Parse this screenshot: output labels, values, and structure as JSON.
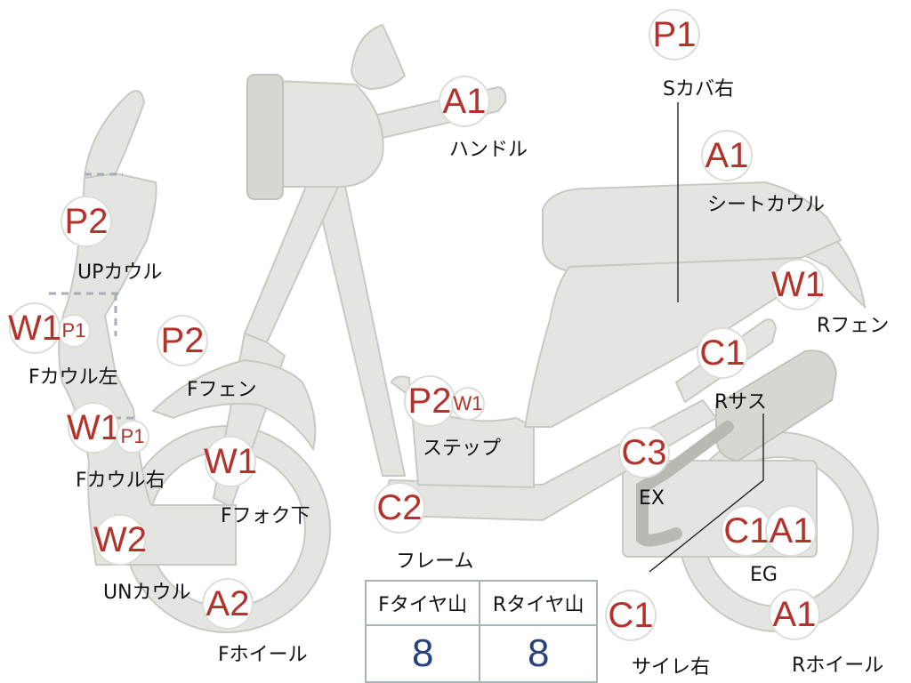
{
  "colors": {
    "accent": "#b3322c",
    "value": "#27407e",
    "part_fill": "#e4e4e0",
    "part_stroke": "#c9c9c4"
  },
  "badges": [
    {
      "code": "P1"
    },
    {
      "code": "A1"
    },
    {
      "code": "A1"
    },
    {
      "code": "P2"
    },
    {
      "code": "W1"
    },
    {
      "code": "P1"
    },
    {
      "code": "P2"
    },
    {
      "code": "W1"
    },
    {
      "code": "C1"
    },
    {
      "code": "P2"
    },
    {
      "code": "W1"
    },
    {
      "code": "W1"
    },
    {
      "code": "P1"
    },
    {
      "code": "W1"
    },
    {
      "code": "C3"
    },
    {
      "code": "C2"
    },
    {
      "code": "W2"
    },
    {
      "code": "C1"
    },
    {
      "code": "A1"
    },
    {
      "code": "A2"
    },
    {
      "code": "A1"
    },
    {
      "code": "C1"
    }
  ],
  "labels": [
    {
      "text": "Sカバ右"
    },
    {
      "text": "ハンドル"
    },
    {
      "text": "シートカウル"
    },
    {
      "text": "UPカウル"
    },
    {
      "text": "Rフェン"
    },
    {
      "text": "Fカウル左"
    },
    {
      "text": "Fフェン"
    },
    {
      "text": "Rサス"
    },
    {
      "text": "ステップ"
    },
    {
      "text": "Fカウル右"
    },
    {
      "text": "EX"
    },
    {
      "text": "Fフォク下"
    },
    {
      "text": "フレーム"
    },
    {
      "text": "EG"
    },
    {
      "text": "UNカウル"
    },
    {
      "text": "Fホイール"
    },
    {
      "text": "サイレ右"
    },
    {
      "text": "Rホイール"
    }
  ],
  "tire_table": {
    "headers": [
      "Fタイヤ山",
      "Rタイヤ山"
    ],
    "values": [
      "8",
      "8"
    ]
  }
}
